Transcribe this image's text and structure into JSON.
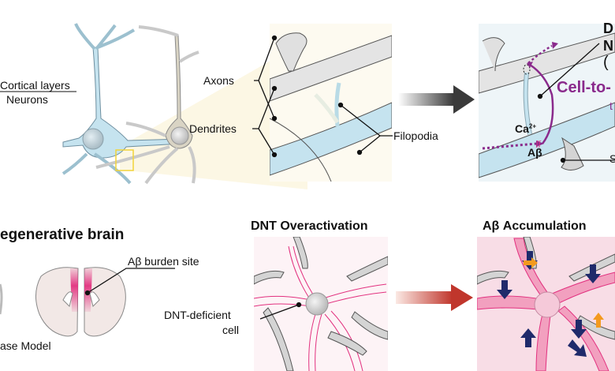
{
  "top_row": {
    "cortical_label_line1": "Cortical layers",
    "cortical_label_line2": "Neurons",
    "axons_label": "Axons",
    "dendrites_label": "Dendrites",
    "filopodia_label": "Filopodia",
    "ca_label": "Ca",
    "ca_superscript": "2+",
    "abeta_label": "Aβ",
    "right_label_line1": "D",
    "right_label_line2": "N",
    "right_label_line3": "(",
    "cell_to_label": "Cell-to-",
    "cell_to_sub": "t",
    "spine_label": "S"
  },
  "bottom_row": {
    "section_title": "egenerative brain",
    "model_label": "ase Model",
    "burden_label": "Aβ burden site",
    "overactivation_title": "DNT Overactivation",
    "deficient_line1": "DNT-deficient",
    "deficient_line2": "cell",
    "accumulation_title": "Aβ Accumulation"
  },
  "colors": {
    "neuron_blue": "#c5e3ef",
    "neuron_gray": "#e2e2e2",
    "highlight_yellow": "#fbf5dd",
    "magenta": "#e2317f",
    "purple": "#8a2a8c",
    "navy_arrow": "#1f2a6b",
    "orange_arrow": "#f39a1e",
    "pink_bg": "#fbe7ee",
    "red_arrow": "#c0362c"
  }
}
